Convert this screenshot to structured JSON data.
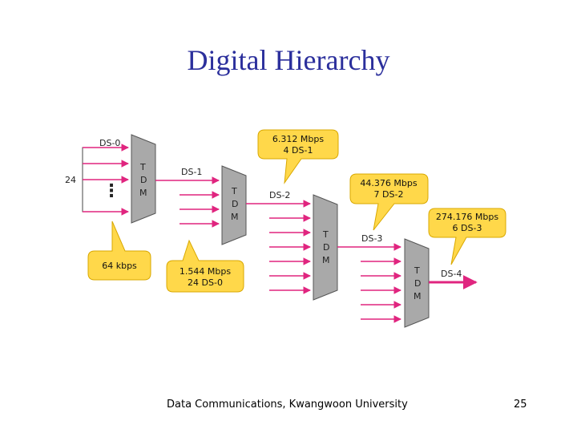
{
  "slide": {
    "title": "Digital Hierarchy",
    "footer_text": "Data Communications, Kwangwoon University",
    "page_number": "25"
  },
  "diagram": {
    "input_count_label": "24",
    "ellipsis": "⋮",
    "signals": {
      "ds0": "DS-0",
      "ds1": "DS-1",
      "ds2": "DS-2",
      "ds3": "DS-3",
      "ds4": "DS-4"
    },
    "mux_label": [
      "T",
      "D",
      "M"
    ],
    "callouts": {
      "c64k_line1": "64 kbps",
      "c1544_line1": "1.544 Mbps",
      "c1544_line2": "24 DS-0",
      "c6312_line1": "6.312 Mbps",
      "c6312_line2": "4 DS-1",
      "c44376_line1": "44.376 Mbps",
      "c44376_line2": "7 DS-2",
      "c274176_line1": "274.176 Mbps",
      "c274176_line2": "6 DS-3"
    },
    "colors": {
      "arrow": "#e0257f",
      "mux_fill": "#a9a9a9",
      "callout_fill": "#ffd84a",
      "callout_stroke": "#d9a800"
    }
  }
}
